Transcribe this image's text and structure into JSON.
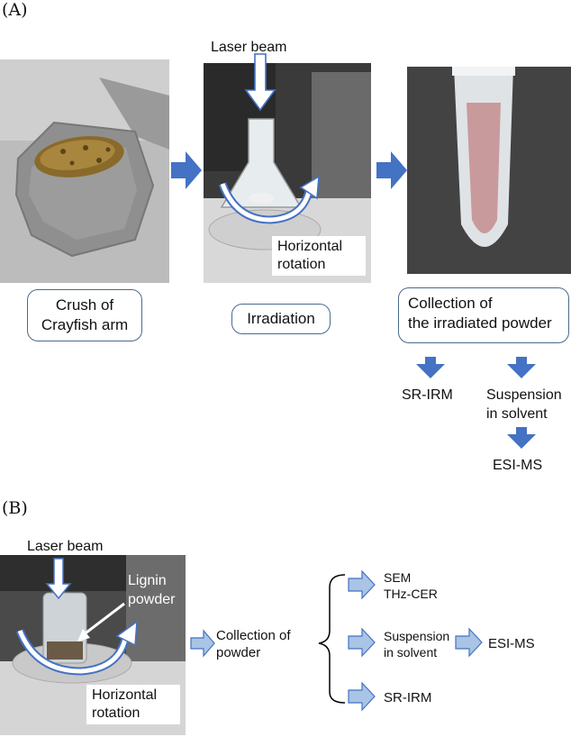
{
  "panel_a": {
    "label": "(A)",
    "laser_label": "Laser beam",
    "rotation_label_line1": "Horizontal",
    "rotation_label_line2": "rotation",
    "step1_line1": "Crush of",
    "step1_line2": "Crayfish arm",
    "step2": "Irradiation",
    "step3_line1": "Collection of",
    "step3_line2": "the irradiated powder",
    "out_srirm": "SR-IRM",
    "out_suspension_line1": "Suspension",
    "out_suspension_line2": "in solvent",
    "out_esims": "ESI-MS"
  },
  "panel_b": {
    "label": "(B)",
    "laser_label": "Laser beam",
    "powder_label_line1": "Lignin",
    "powder_label_line2": "powder",
    "rotation_label_line1": "Horizontal",
    "rotation_label_line2": "rotation",
    "collection_line1": "Collection of",
    "collection_line2": "powder",
    "branch1_line1": "SEM",
    "branch1_line2": "THz-CER",
    "branch2_line1": "Suspension",
    "branch2_line2": "in solvent",
    "branch2_result": "ESI-MS",
    "branch3": "SR-IRM"
  },
  "colors": {
    "dark_arrow": "#4472c4",
    "light_arrow": "#a9c4e4",
    "box_border": "#4a6a8c"
  }
}
